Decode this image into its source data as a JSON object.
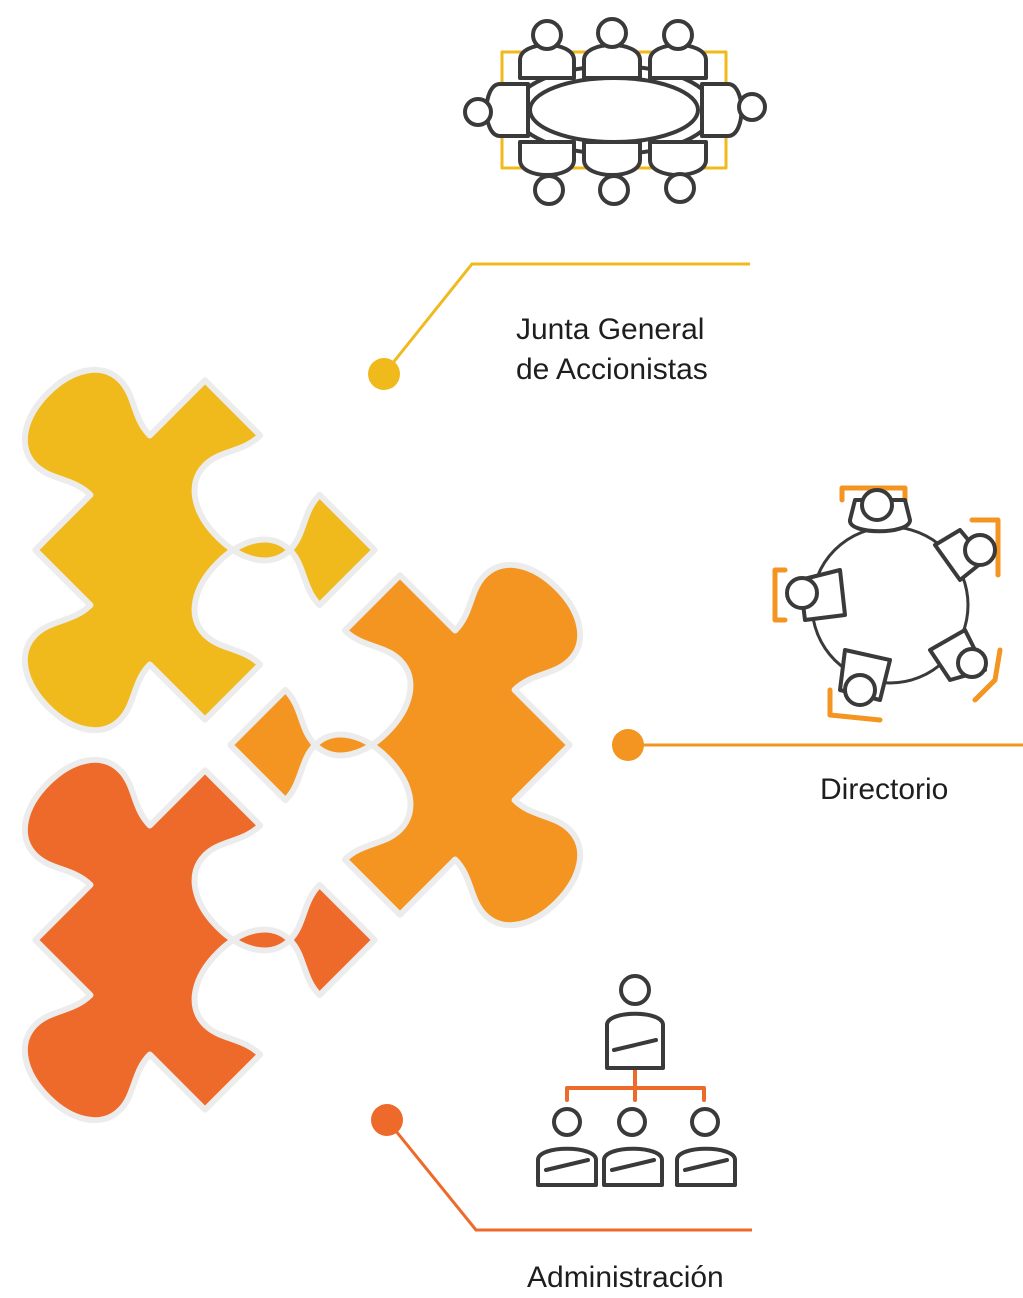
{
  "colors": {
    "junta": "#F0B91C",
    "directorio": "#F39520",
    "administracion": "#EE6A2A",
    "icon_stroke": "#3a3a3a"
  },
  "nodes": [
    {
      "id": "junta",
      "line1": "Junta General",
      "line2": "de Accionistas",
      "icon": "conference-table-icon"
    },
    {
      "id": "directorio",
      "line1": "Directorio",
      "icon": "round-table-meeting-icon"
    },
    {
      "id": "administracion",
      "line1": "Administración",
      "icon": "org-hierarchy-icon"
    }
  ]
}
